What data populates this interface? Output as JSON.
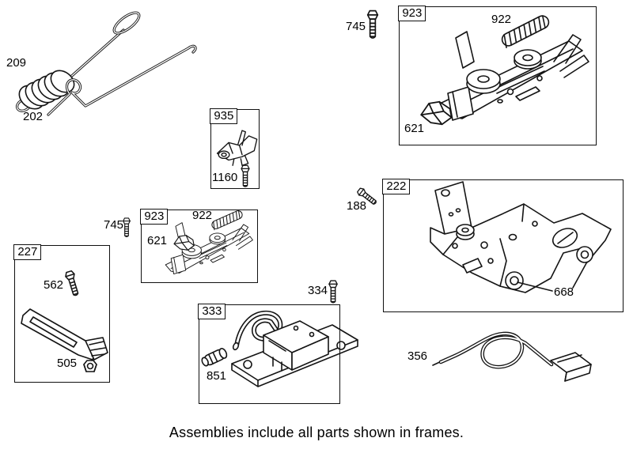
{
  "diagram": {
    "caption": "Assemblies include all parts shown in frames.",
    "colors": {
      "line": "#141414",
      "background": "#ffffff"
    },
    "loose_parts": {
      "spring_209": {
        "label": "209"
      },
      "link_202": {
        "label": "202"
      },
      "screw_745_upper": {
        "label": "745"
      },
      "screw_745_lower": {
        "label": "745"
      },
      "screw_188": {
        "label": "188"
      },
      "screw_334": {
        "label": "334"
      },
      "wire_356": {
        "label": "356"
      }
    },
    "frames": {
      "f923_upper": {
        "label": "923",
        "parts": {
          "spring_922": {
            "label": "922"
          },
          "link_621": {
            "label": "621"
          }
        }
      },
      "f935": {
        "label": "935",
        "parts": {
          "screw_1160": {
            "label": "1160"
          }
        }
      },
      "f923_lower": {
        "label": "923",
        "parts": {
          "spring_922": {
            "label": "922"
          },
          "link_621": {
            "label": "621"
          }
        }
      },
      "f222": {
        "label": "222",
        "parts": {
          "grommet_668": {
            "label": "668"
          }
        }
      },
      "f227": {
        "label": "227",
        "parts": {
          "screw_562": {
            "label": "562"
          },
          "nut_505": {
            "label": "505"
          }
        }
      },
      "f333": {
        "label": "333",
        "parts": {
          "terminal_851": {
            "label": "851"
          }
        }
      }
    }
  }
}
